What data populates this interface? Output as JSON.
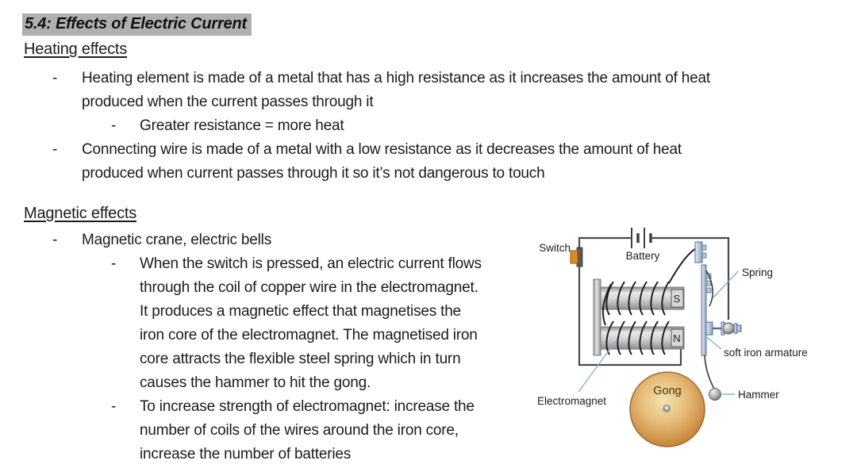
{
  "title": "5.4: Effects of Electric Current",
  "bullet_char": "-",
  "heating": {
    "heading": "Heating effects",
    "bullet1_lines": [
      "Heating element is made of a metal that has a high resistance as it increases the amount of heat",
      "produced when the current passes through it"
    ],
    "sub1": "Greater resistance = more heat",
    "bullet2_lines": [
      "Connecting wire is made of a metal with a low resistance as it decreases the amount of heat",
      "produced when current passes through it so it’s not dangerous to touch"
    ]
  },
  "magnetic": {
    "heading": "Magnetic effects",
    "bullet1": "Magnetic crane, electric bells",
    "sub1_lines": [
      "When the switch is pressed, an electric current flows",
      "through the coil of copper wire in the electromagnet.",
      "It produces a magnetic effect that magnetises the",
      "iron core of the electromagnet. The magnetised iron",
      "core attracts the flexible steel spring which in turn",
      "causes the hammer to hit the gong."
    ],
    "sub2_lines": [
      "To increase strength of electromagnet: increase the",
      "number of coils of the wires around the iron core,",
      "increase the number of batteries"
    ]
  },
  "diagram": {
    "labels": {
      "switch": "Switch",
      "battery": "Battery",
      "spring": "Spring",
      "soft_iron_armature": "soft iron armature",
      "hammer": "Hammer",
      "gong": "Gong",
      "electromagnet": "Electromagnet",
      "pole_s": "S",
      "pole_n": "N"
    },
    "colors": {
      "title_highlight": "#b1b0b0",
      "switch_orange": "#e2891b",
      "leader_blue": "#7fb3d5",
      "gong_gold": "#d9a55c",
      "metal_gray": "#c9c9c9",
      "armature_blue": "#b7c8da",
      "wire_gray": "#4a4a4a"
    }
  }
}
